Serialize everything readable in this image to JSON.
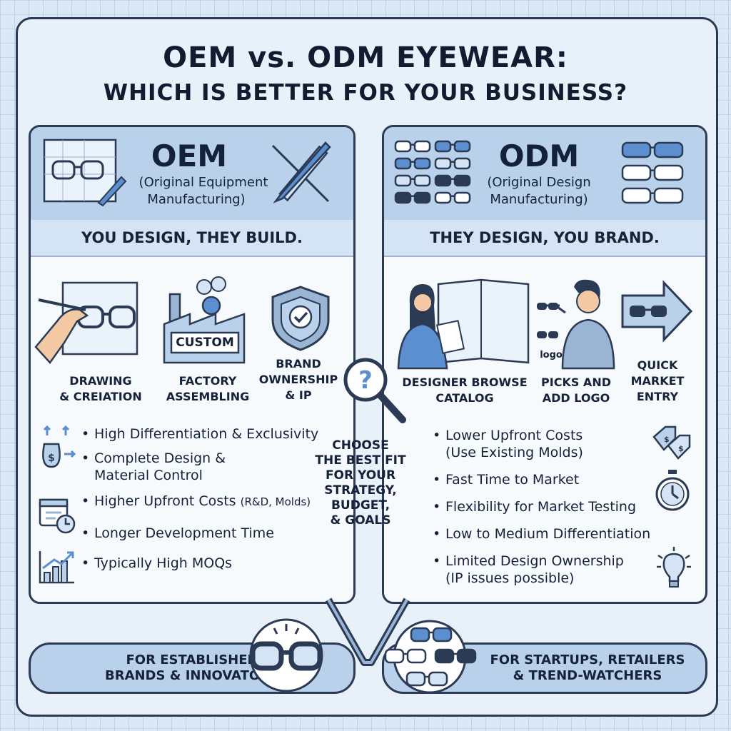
{
  "title": {
    "line1": "OEM vs. ODM EYEWEAR:",
    "line2": "WHICH IS BETTER FOR YOUR BUSINESS?"
  },
  "oem": {
    "heading": "OEM",
    "subtitle_line1": "(Original Equipment",
    "subtitle_line2": "Manufacturing)",
    "tagline": "YOU DESIGN, THEY BUILD.",
    "steps": [
      {
        "line1": "Drawing",
        "line2": "& Creiation",
        "icon": "hand-drawing-glasses-icon"
      },
      {
        "line1": "Factory",
        "line2": "Assembling",
        "icon": "factory-icon",
        "badge": "CUSTOM"
      },
      {
        "line1": "Brand",
        "line2": "Ownership",
        "line3": "& IP",
        "icon": "shield-check-icon"
      }
    ],
    "bullets": [
      {
        "text": "High Differentiation & Exclusivity"
      },
      {
        "text": "Complete Design &",
        "text2": "Material Control"
      },
      {
        "text": "Higher Upfront Costs",
        "small": "(R&D, Molds)"
      },
      {
        "text": "Longer Development Time"
      },
      {
        "text": "Typically High MOQs"
      }
    ],
    "footer_line1": "FOR ESTABLISHED",
    "footer_line2": "BRANDS & INNOVATORS"
  },
  "odm": {
    "heading": "ODM",
    "subtitle_line1": "(Original Design",
    "subtitle_line2": "Manufacturing)",
    "tagline": "THEY DESIGN, YOU BRAND.",
    "steps": [
      {
        "line1": "Designer Browse",
        "line2": "Catalog",
        "icon": "person-browsing-catalog-icon"
      },
      {
        "line1": "Picks and",
        "line2": "Add Logo",
        "icon": "person-holding-glasses-icon",
        "badge": "logo"
      },
      {
        "line1": "Quick",
        "line2": "Market",
        "line3": "Entry",
        "icon": "arrow-glasses-icon"
      }
    ],
    "bullets": [
      {
        "text": "Lower Upfront Costs",
        "text2": "(Use Existing Molds)"
      },
      {
        "text": "Fast Time to Market"
      },
      {
        "text": "Flexibility for Market Testing"
      },
      {
        "text": "Low to Medium Differentiation"
      },
      {
        "text": "Limited Design Ownership",
        "text2": "(IP issues possible)"
      }
    ],
    "footer_line1": "FOR STARTUPS, RETAILERS",
    "footer_line2": "& TREND-WATCHERS"
  },
  "center": {
    "line1": "Choose",
    "line2": "the best fit",
    "line3": "for your",
    "line4": "strategy,",
    "line5": "budget,",
    "line6": "& goals",
    "icon": "magnifier-question-icon",
    "symbol": "?"
  },
  "colors": {
    "accent": "#5b8fcf",
    "panel_head": "#b9d1ea",
    "outline": "#2b3a55",
    "background": "#dbe8f6"
  }
}
